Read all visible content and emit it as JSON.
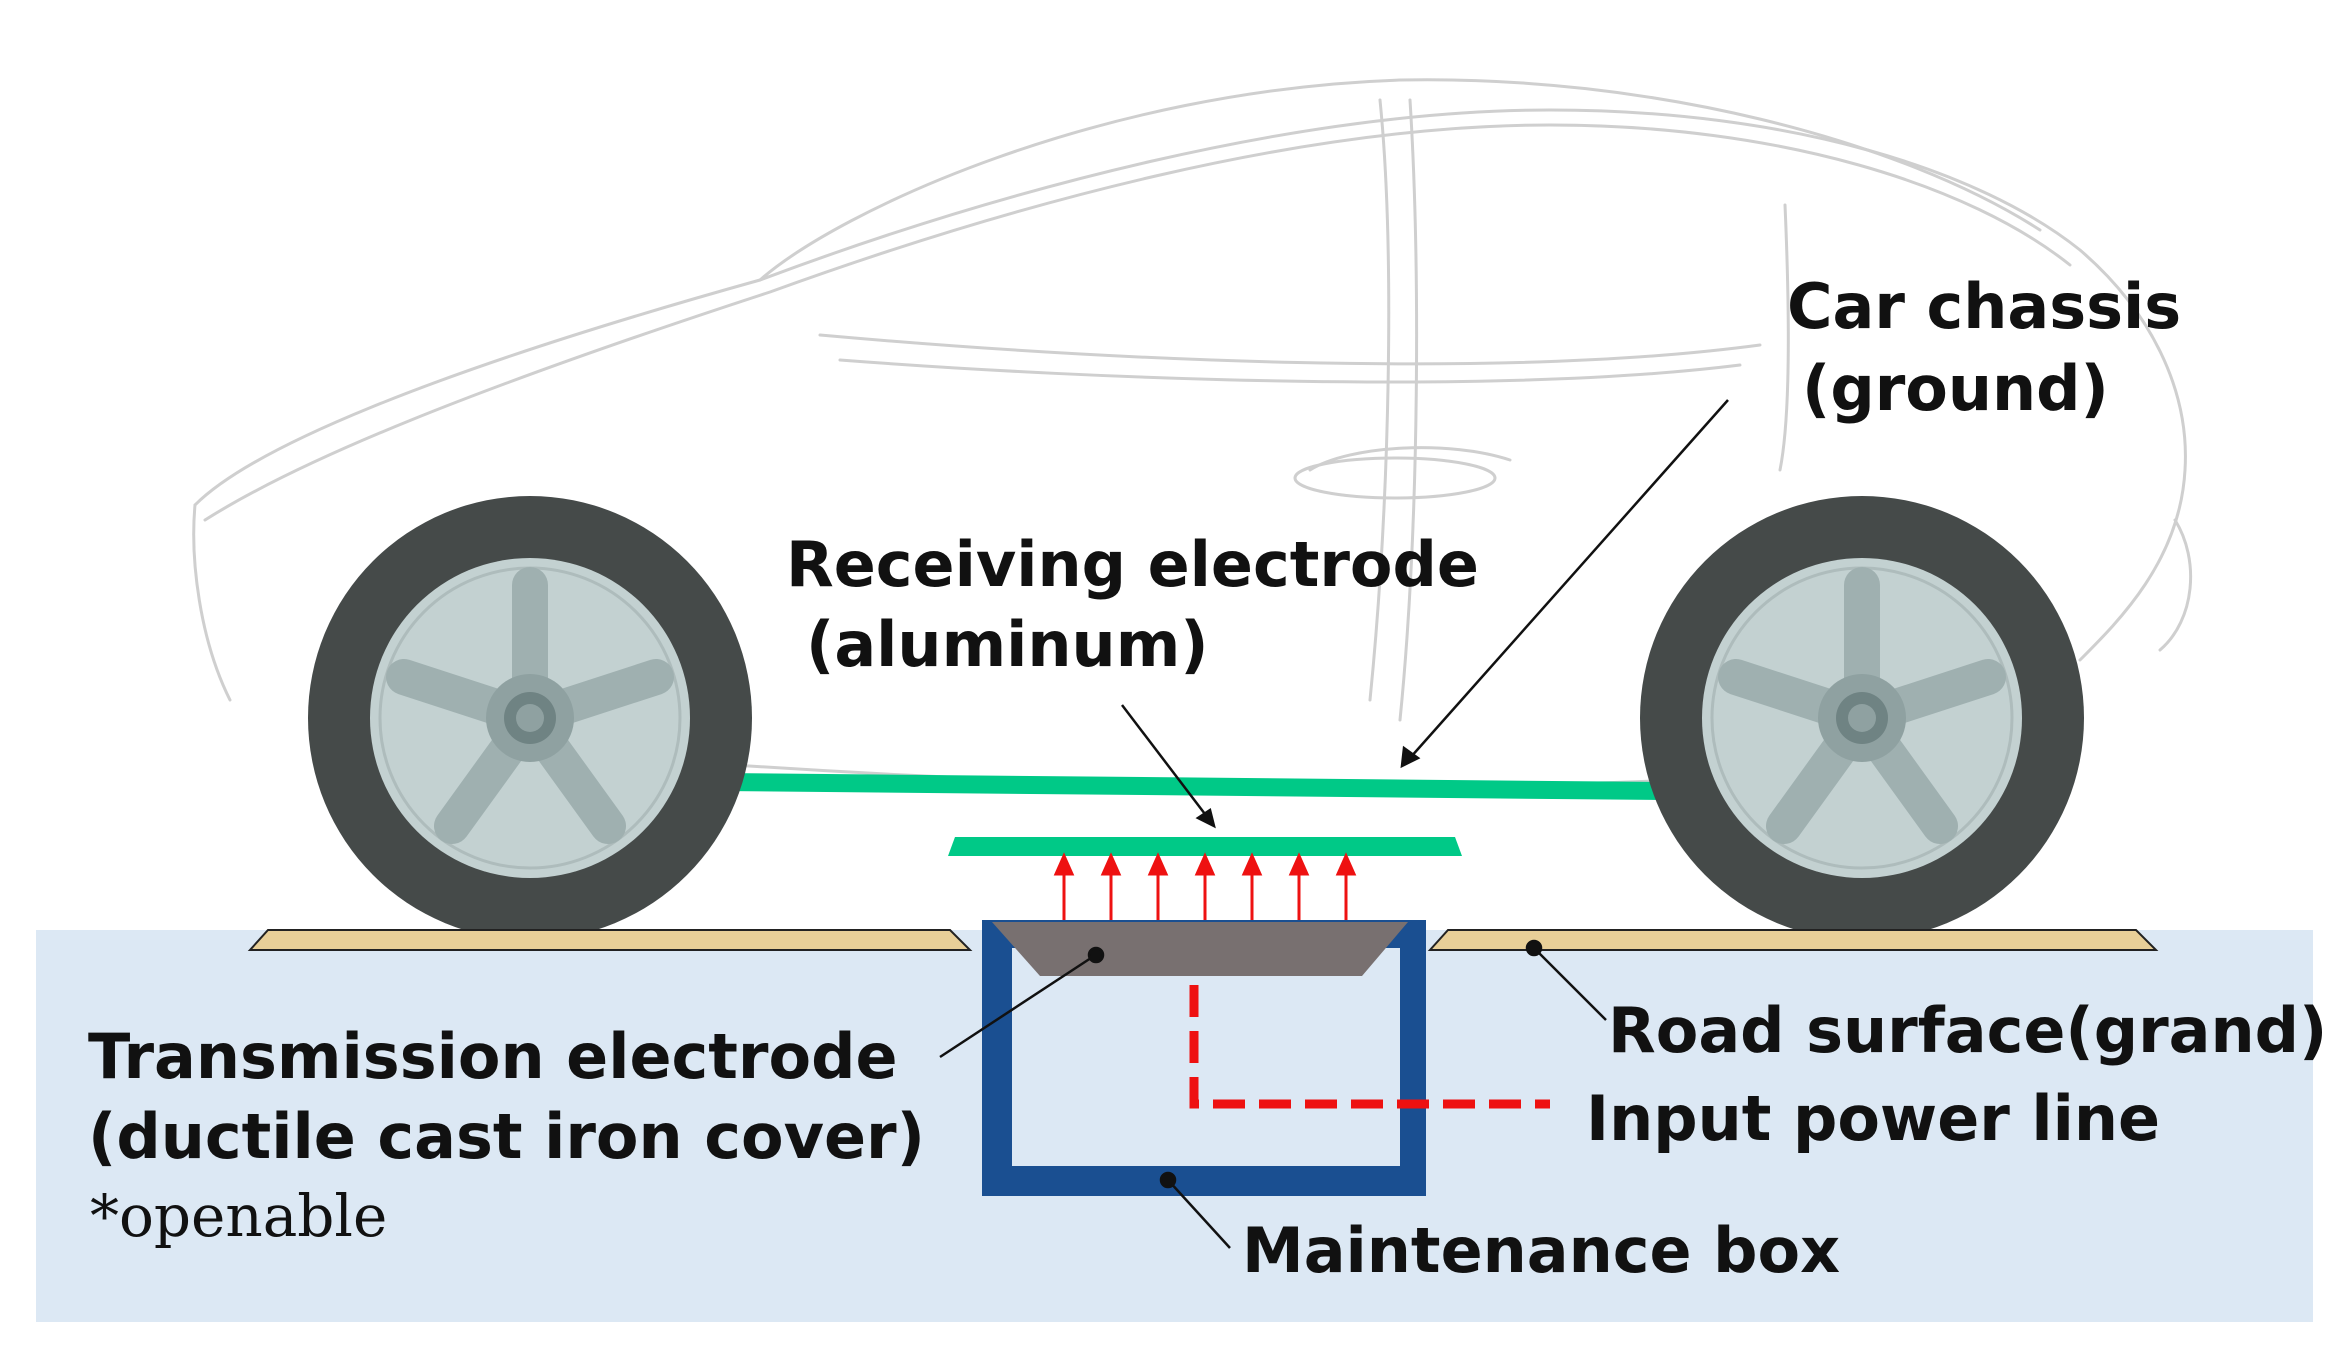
{
  "labels": {
    "car_chassis_1": "Car chassis",
    "car_chassis_2": "(ground)",
    "receiving_1": "Receiving electrode",
    "receiving_2": "(aluminum)",
    "transmission_1": "Transmission electrode",
    "transmission_2": "(ductile cast iron cover)",
    "openable_note": "*openable",
    "road_surface": "Road surface(grand)",
    "input_power": "Input power line",
    "maintenance_box": "Maintenance box"
  },
  "colors": {
    "road_background": "#dce8f4",
    "road_pads": "#e8cf98",
    "chassis_plate": "#00c987",
    "receiving_electrode": "#00c987",
    "transmission_electrode": "#787070",
    "maintenance_box": "#1a4f91",
    "field_arrows": "#ee1111",
    "power_line": "#ee1111",
    "tire": "#454a49",
    "rim": "#c3d1d1",
    "car_outline": "#cfcfcf"
  },
  "icons": {
    "front_wheel": "wheel-icon",
    "rear_wheel": "wheel-icon",
    "car_body": "car-outline-icon"
  }
}
